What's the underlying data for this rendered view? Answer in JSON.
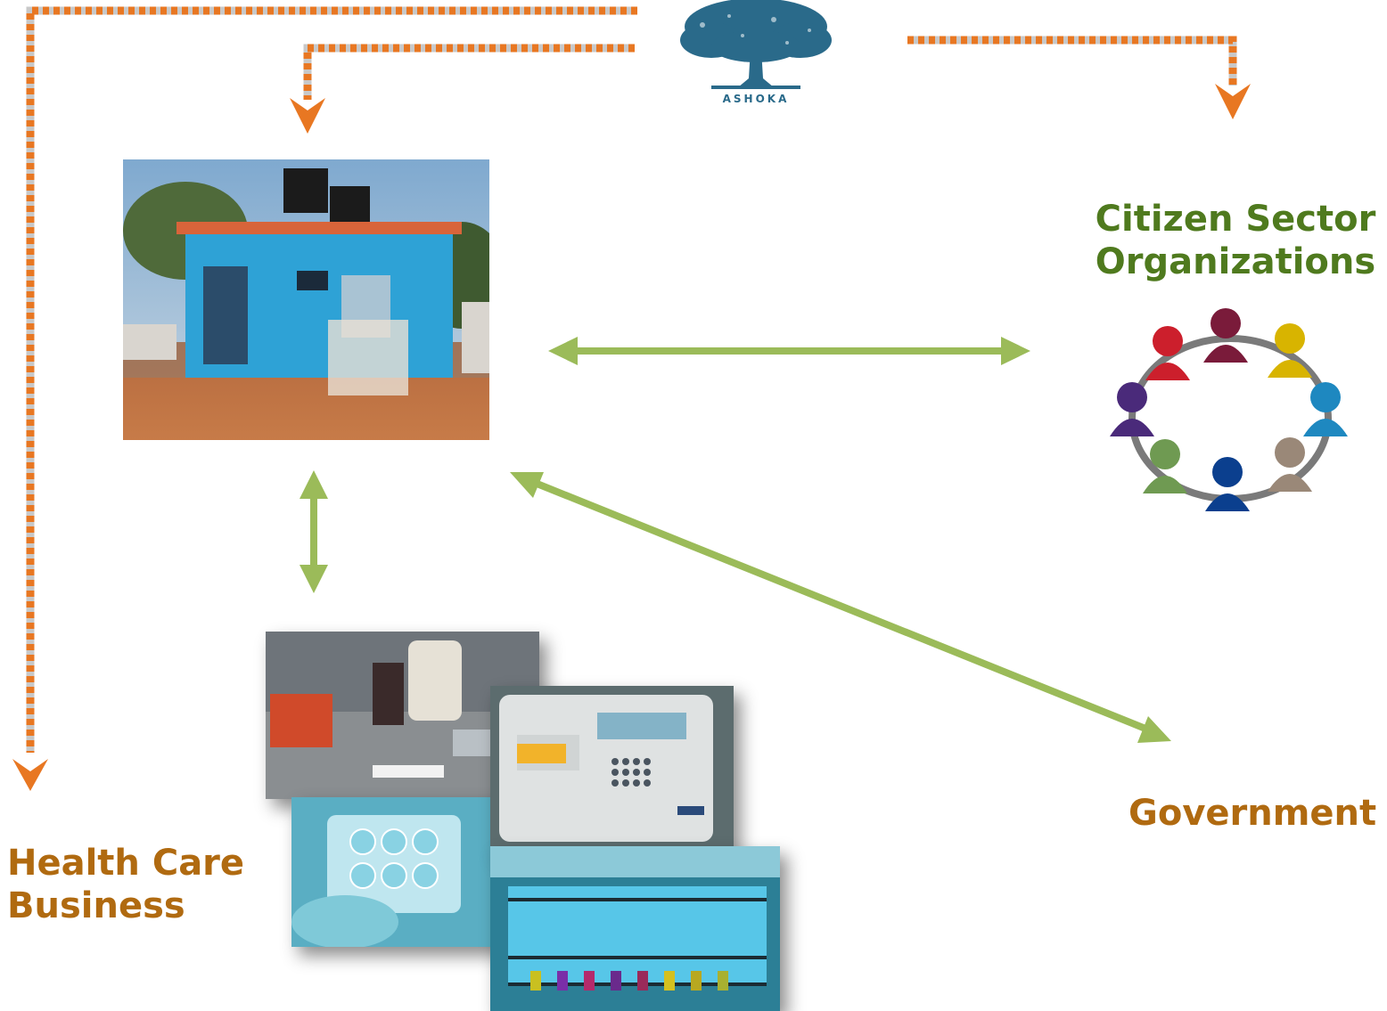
{
  "logo": {
    "text": "ASHOKA",
    "tree_color": "#2a6a8a"
  },
  "labels": {
    "citizen_sector": [
      "Citizen Sector",
      "Organizations"
    ],
    "government": "Government",
    "health_care": [
      "Health Care",
      "Business"
    ]
  },
  "colors": {
    "orange": "#e87722",
    "gray_dash": "#c8c8c8",
    "green": "#9bbb59",
    "citizen_text": "#4f7a1e",
    "gov_text": "#b06a10",
    "health_text": "#b06a10"
  },
  "people_colors": [
    "#cc1f2c",
    "#7a1b3a",
    "#d8b400",
    "#1e88c0",
    "#9a8878",
    "#0b3f8e",
    "#6f9a52",
    "#4a2a7a"
  ]
}
